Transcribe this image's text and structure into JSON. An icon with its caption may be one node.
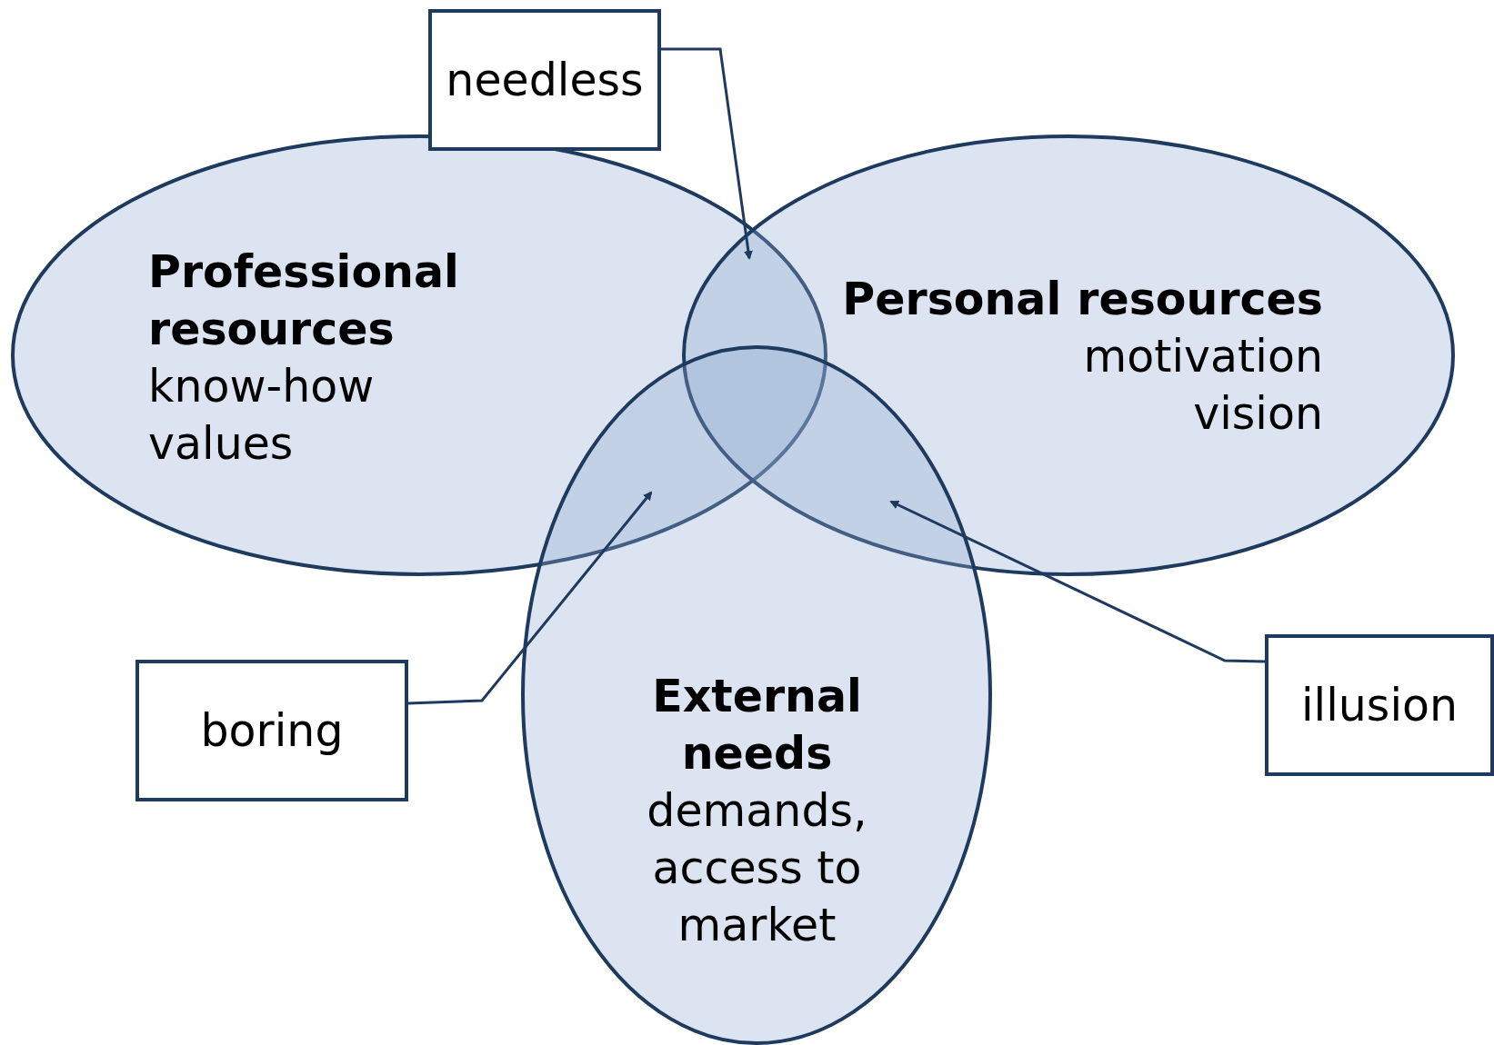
{
  "diagram": {
    "nodes": [
      {
        "text": [
          "Professional resources",
          "know-how",
          "values"
        ]
      },
      {
        "text": [
          "Personal resources",
          "motivation",
          "vision"
        ]
      },
      {
        "text": [
          "External needs",
          "demands, access to market"
        ]
      },
      {
        "text": [
          "needless"
        ]
      },
      {
        "text": [
          "boring"
        ]
      },
      {
        "text": [
          "illusion"
        ]
      }
    ],
    "edges": [
      {
        "from": 3,
        "to": 1,
        "arrow": "to"
      },
      {
        "from": 4,
        "to": 2,
        "arrow": "to"
      },
      {
        "from": 5,
        "to": 2,
        "arrow": "to"
      }
    ]
  }
}
